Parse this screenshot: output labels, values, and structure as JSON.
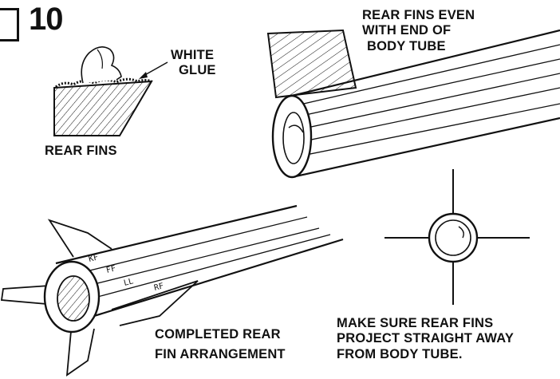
{
  "step": {
    "number": "10"
  },
  "labels": {
    "white_glue_line1": "WHITE",
    "white_glue_line2": "GLUE",
    "rear_fins": "REAR FINS",
    "rear_fins_even_line1": "REAR FINS EVEN",
    "rear_fins_even_line2": "WITH END OF",
    "rear_fins_even_line3": "BODY TUBE",
    "completed_line1": "COMPLETED REAR",
    "completed_line2": "FIN ARRANGEMENT",
    "make_sure_line1": "MAKE SURE REAR FINS",
    "make_sure_line2": "PROJECT STRAIGHT AWAY",
    "make_sure_line3": "FROM BODY TUBE."
  },
  "fin_marks": {
    "mark1": "KF",
    "mark2": "FF",
    "mark3": "LL",
    "mark4": "RF"
  },
  "colors": {
    "ink": "#111111",
    "paper": "#ffffff"
  }
}
